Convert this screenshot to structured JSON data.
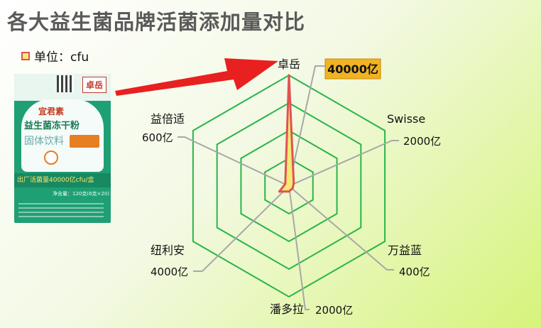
{
  "title": "各大益生菌品牌活菌添加量对比",
  "legend": {
    "label": "单位：cfu",
    "swatch_fill": "#f4ea74",
    "swatch_border": "#e05252"
  },
  "product": {
    "brand": "卓岳",
    "name_line1": "宜君素",
    "name_line2": "益生菌冻干粉",
    "name_line3": "固体饮料",
    "bar_text": "出厂活菌量40000亿cfu/盒",
    "net": "净含量：120克(6克×20)"
  },
  "colors": {
    "grid": "#2ab54a",
    "axis": "#a8a8a8",
    "series_fill": "#f4ea74",
    "series_stroke": "#e05252",
    "arrow": "#e8201f",
    "highlight": "#f0b323"
  },
  "chart_data": {
    "type": "radar",
    "title": "各大益生菌品牌活菌添加量对比",
    "unit": "cfu",
    "categories": [
      "卓岳",
      "Swisse",
      "万益蓝",
      "潘多拉",
      "纽利安",
      "益倍适"
    ],
    "series": [
      {
        "name": "单位：cfu",
        "values": [
          40000,
          2000,
          400,
          2000,
          4000,
          600
        ]
      }
    ],
    "value_labels": [
      "40000亿",
      "2000亿",
      "400亿",
      "2000亿",
      "4000亿",
      "600亿"
    ],
    "rings": 4,
    "rmax": 40000,
    "grid": true
  }
}
